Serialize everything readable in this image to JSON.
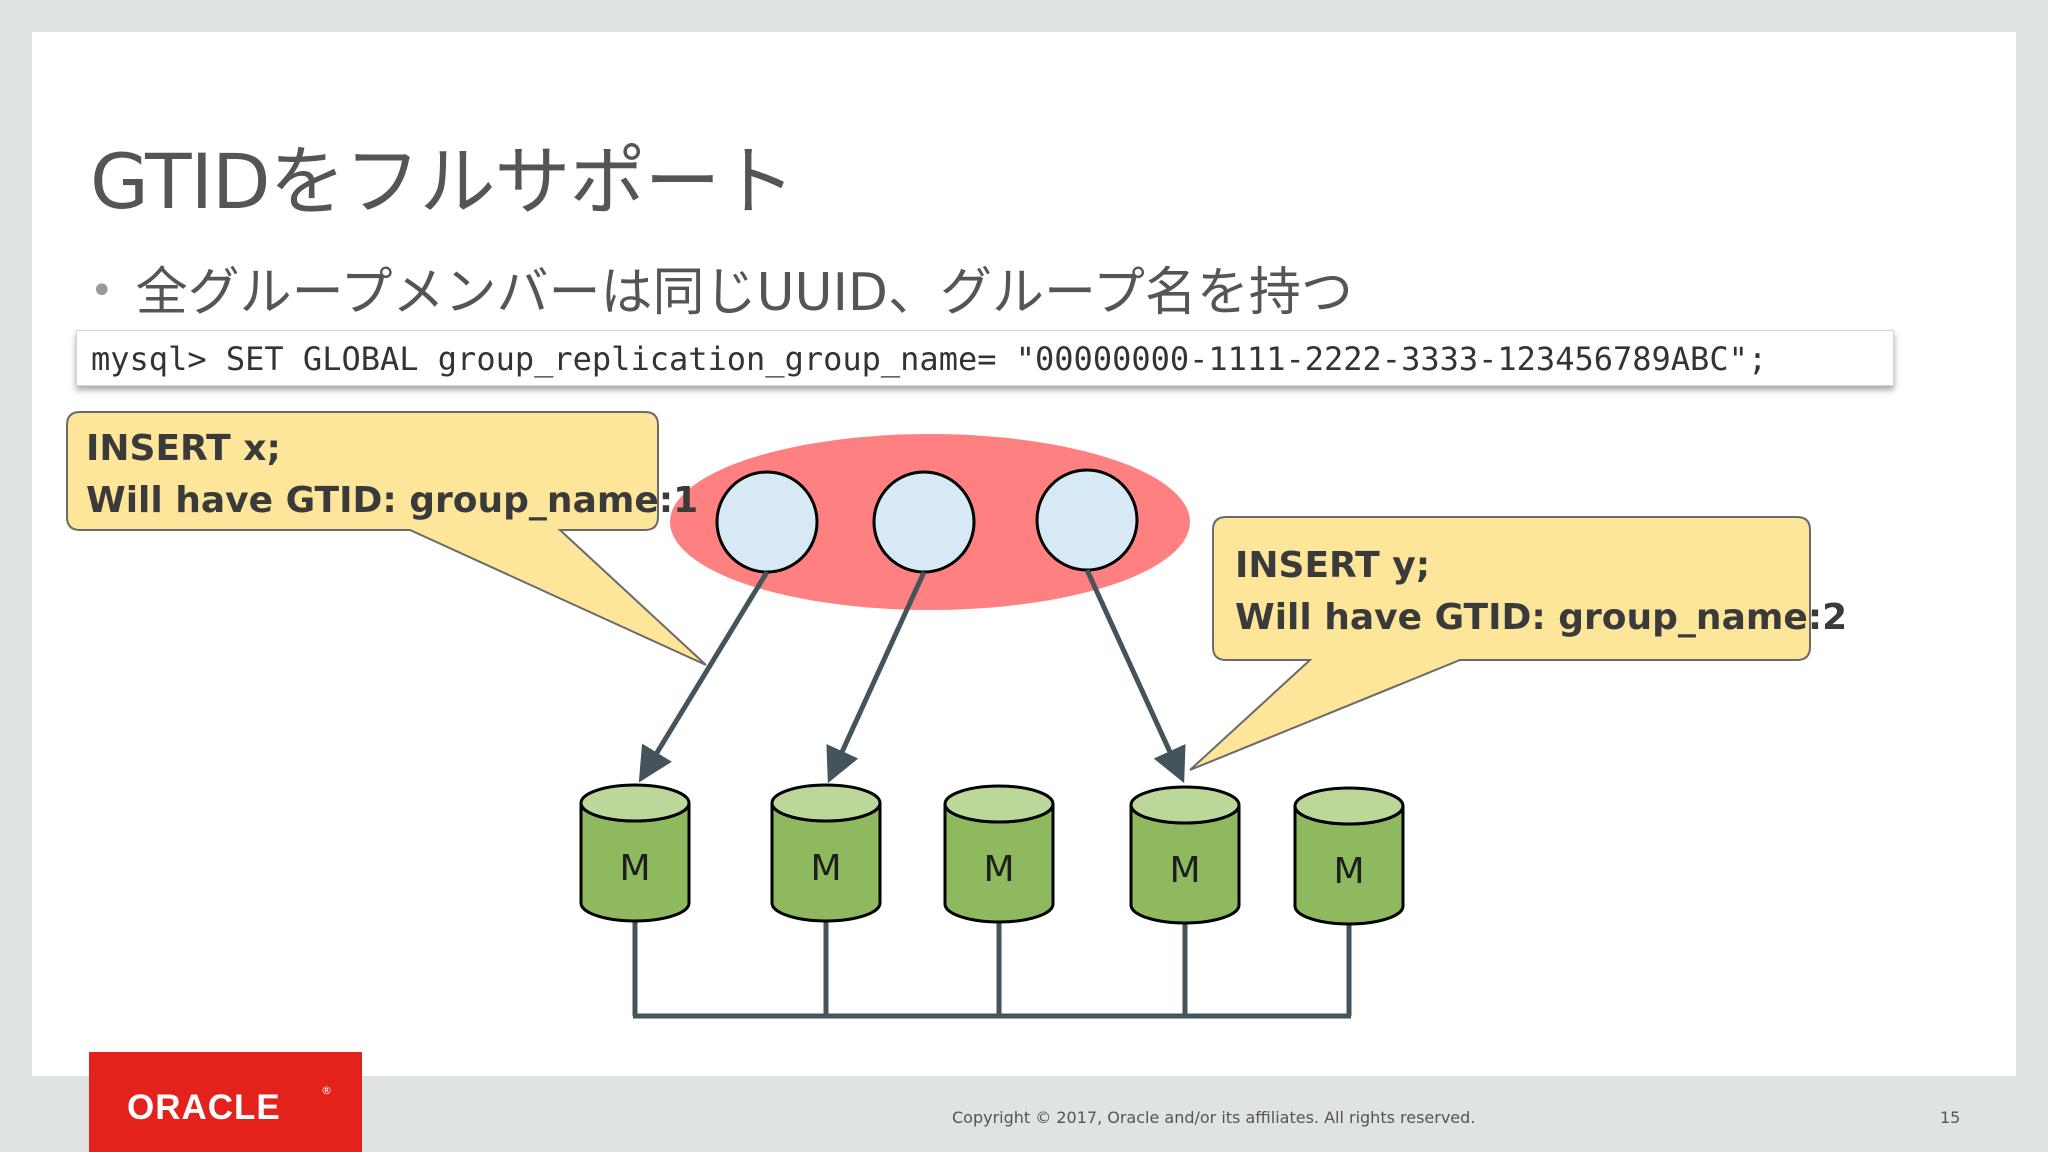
{
  "slide": {
    "title": "GTIDをフルサポート",
    "bullet": "全グループメンバーは同じUUID、グループ名を持つ",
    "code": "mysql> SET GLOBAL group_replication_group_name= \"00000000-1111-2222-3333-123456789ABC\";"
  },
  "callouts": [
    {
      "line1": "INSERT x;",
      "line2": "Will have GTID: group_name:1"
    },
    {
      "line1": "INSERT y;",
      "line2": "Will have GTID: group_name:2"
    }
  ],
  "members": [
    {
      "label": "M"
    },
    {
      "label": "M"
    },
    {
      "label": "M"
    },
    {
      "label": "M"
    },
    {
      "label": "M"
    }
  ],
  "colors": {
    "group_ellipse": "#ff8080",
    "group_node": "#d6e9f5",
    "database": "#8fb95e",
    "database_top": "#bcd79a",
    "callout": "#fde59a",
    "arrow": "#44545a",
    "brand": "#e3221b"
  },
  "footer": {
    "logo": "ORACLE",
    "copyright": "Copyright © 2017, Oracle and/or its affiliates. All rights reserved.",
    "page_number": "15"
  }
}
